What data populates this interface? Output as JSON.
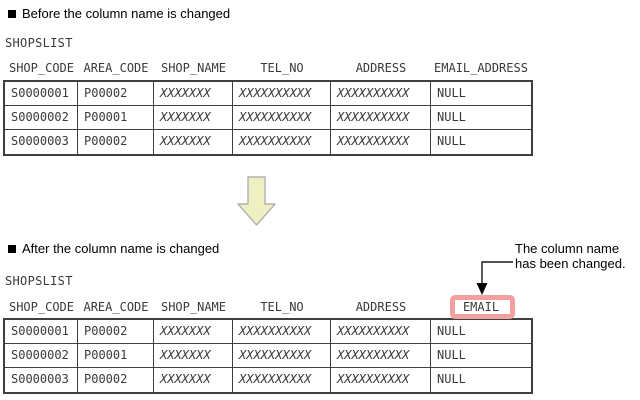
{
  "before": {
    "heading": "Before the column name is changed",
    "table_name": "SHOPSLIST",
    "columns": [
      "SHOP_CODE",
      "AREA_CODE",
      "SHOP_NAME",
      "TEL_NO",
      "ADDRESS",
      "EMAIL_ADDRESS"
    ],
    "rows": [
      [
        "S0000001",
        "P00002",
        "XXXXXXX",
        "XXXXXXXXXX",
        "XXXXXXXXXX",
        "NULL"
      ],
      [
        "S0000002",
        "P00001",
        "XXXXXXX",
        "XXXXXXXXXX",
        "XXXXXXXXXX",
        "NULL"
      ],
      [
        "S0000003",
        "P00002",
        "XXXXXXX",
        "XXXXXXXXXX",
        "XXXXXXXXXX",
        "NULL"
      ]
    ]
  },
  "after": {
    "heading": "After the column name is changed",
    "table_name": "SHOPSLIST",
    "columns": [
      "SHOP_CODE",
      "AREA_CODE",
      "SHOP_NAME",
      "TEL_NO",
      "ADDRESS",
      "EMAIL"
    ],
    "rows": [
      [
        "S0000001",
        "P00002",
        "XXXXXXX",
        "XXXXXXXXXX",
        "XXXXXXXXXX",
        "NULL"
      ],
      [
        "S0000002",
        "P00001",
        "XXXXXXX",
        "XXXXXXXXXX",
        "XXXXXXXXXX",
        "NULL"
      ],
      [
        "S0000003",
        "P00002",
        "XXXXXXX",
        "XXXXXXXXXX",
        "XXXXXXXXXX",
        "NULL"
      ]
    ],
    "highlighted_column": "EMAIL",
    "annotation": {
      "lines": [
        "The column name",
        "has been changed."
      ]
    }
  },
  "colors": {
    "highlight_border": "#f4a0a0",
    "transition_arrow_fill": "#eef0c2",
    "transition_arrow_stroke": "#b3b3b3",
    "table_border": "#3f3f3f"
  },
  "icons": {
    "section_bullet": "black-square",
    "transition_arrow": "down-block-arrow",
    "callout_arrow": "elbow-arrow-down"
  }
}
